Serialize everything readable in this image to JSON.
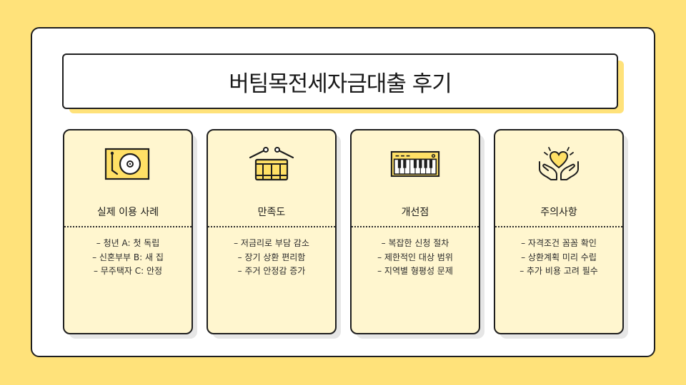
{
  "title": "버팀목전세자금대출 후기",
  "colors": {
    "background": "#FFE27A",
    "card": "#FFF6CF",
    "icon_fill": "#FFE066",
    "outline": "#1e1e1e"
  },
  "cards": [
    {
      "icon": "turntable-icon",
      "title": "실제 이용 사례",
      "items": [
        "– 청년 A: 첫 독립",
        "– 신혼부부 B: 새 집",
        "– 무주택자 C: 안정"
      ]
    },
    {
      "icon": "drum-icon",
      "title": "만족도",
      "items": [
        "– 저금리로 부담 감소",
        "– 장기 상환 편리함",
        "– 주거 안정감 증가"
      ]
    },
    {
      "icon": "keyboard-icon",
      "title": "개선점",
      "items": [
        "– 복잡한 신청 절차",
        "– 제한적인 대상 범위",
        "– 지역별 형평성 문제"
      ]
    },
    {
      "icon": "heart-hands-icon",
      "title": "주의사항",
      "items": [
        "– 자격조건 꼼꼼 확인",
        "– 상환계획 미리 수립",
        "– 추가 비용 고려 필수"
      ]
    }
  ]
}
